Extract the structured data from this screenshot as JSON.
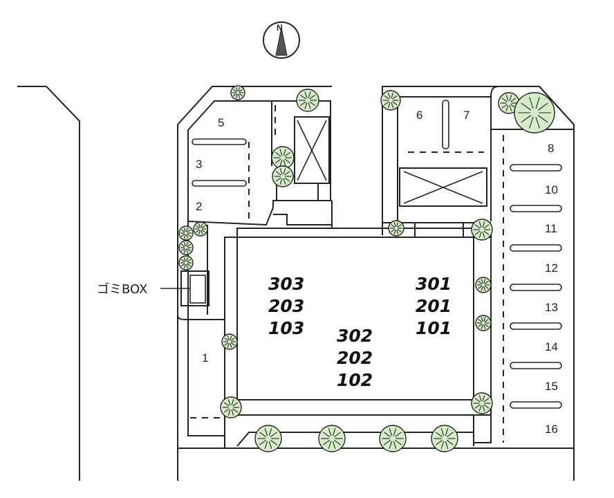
{
  "colors": {
    "line": "#222222",
    "tree_fill": "#d6ecc8",
    "background": "#ffffff"
  },
  "icons": {
    "compass": "north-arrow-icon",
    "tree": "tree-icon"
  },
  "compass_label": "N",
  "units": {
    "left": [
      "303",
      "203",
      "103"
    ],
    "center": [
      "302",
      "202",
      "102"
    ],
    "right": [
      "301",
      "201",
      "101"
    ]
  },
  "parking": {
    "left_area": [
      "5",
      "3",
      "2"
    ],
    "left_bottom": [
      "1"
    ],
    "top_right": [
      "6",
      "7"
    ],
    "right_column": [
      "8",
      "10",
      "11",
      "12",
      "13",
      "14",
      "15",
      "16"
    ]
  },
  "garbage_box_label": "ゴミBOX"
}
